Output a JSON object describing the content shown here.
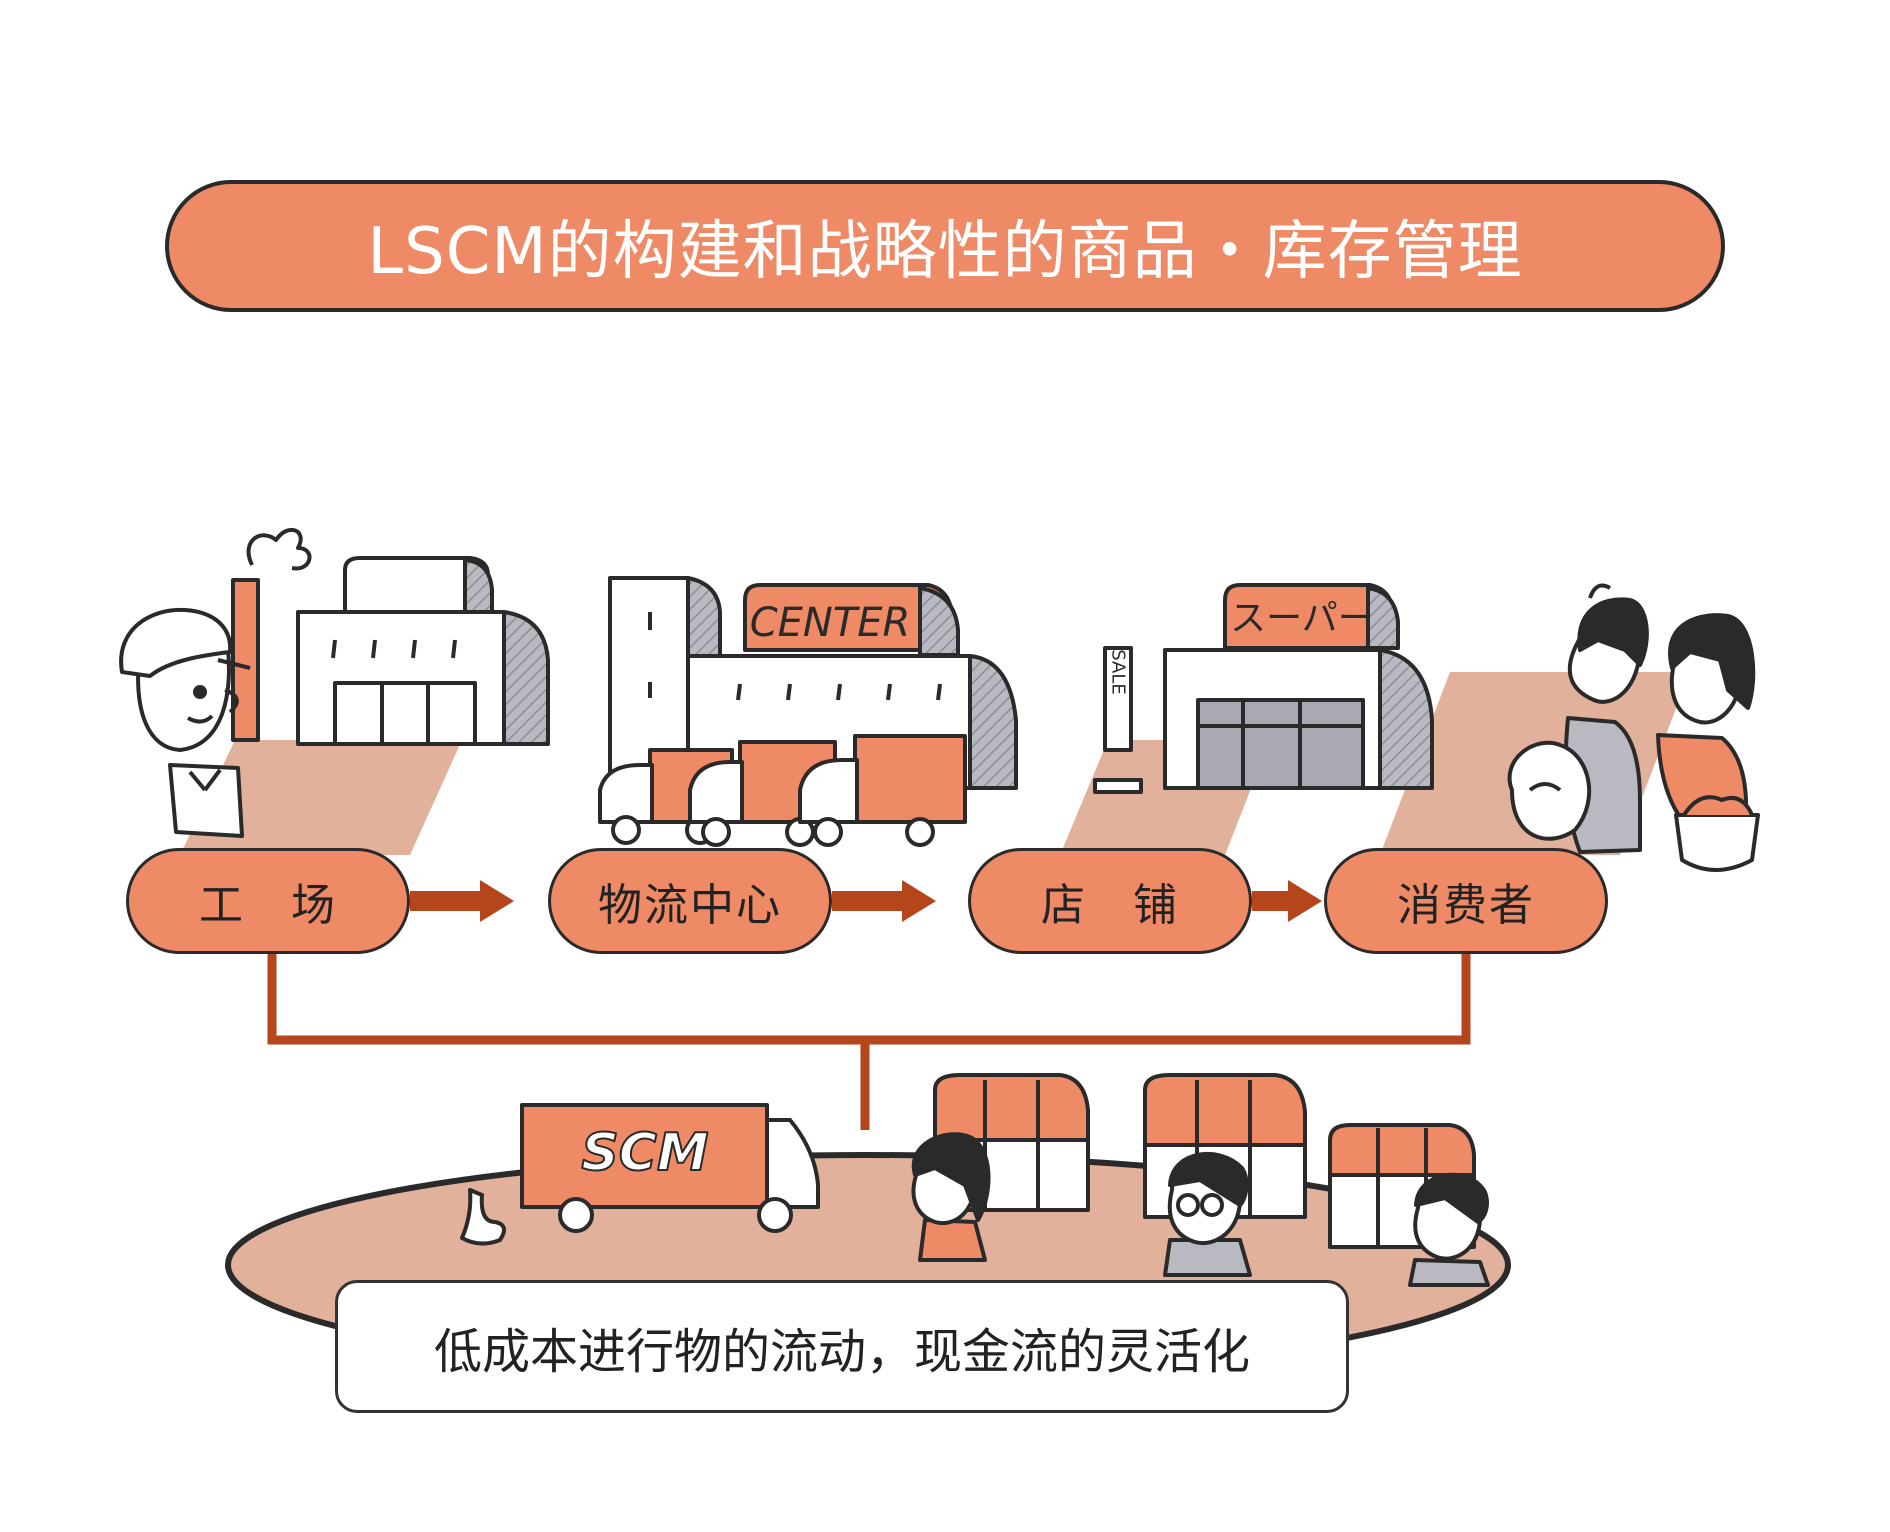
{
  "title": "LSCM的构建和战略性的商品・库存管理",
  "stages": [
    {
      "label": "工　场"
    },
    {
      "label": "物流中心"
    },
    {
      "label": "店　铺"
    },
    {
      "label": "消费者"
    }
  ],
  "illustration_text": {
    "center_sign": "CENTER",
    "super_sign": "スーパー",
    "sale_sign": "SALE",
    "truck_logo": "SCM"
  },
  "caption": "低成本进行物的流动，现金流的灵活化",
  "colors": {
    "accent": "#EE8A65",
    "panel": "#E2B19C",
    "arrow": "#B5451B",
    "outline": "#2a2a2a",
    "building_gray": "#A9A9B3"
  }
}
